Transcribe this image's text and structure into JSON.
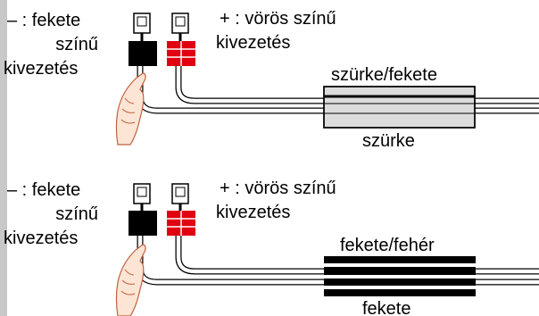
{
  "panels": [
    {
      "minus_label": "– : fekete",
      "minus_line2": "színű",
      "minus_line3": "kivezetés",
      "plus_label": "+ : vörös színű",
      "plus_line2": "kivezetés",
      "wire_top_label": "szürke/fekete",
      "wire_bottom_label": "szürke"
    },
    {
      "minus_label": "– : fekete",
      "minus_line2": "színű",
      "minus_line3": "kivezetés",
      "plus_label": "+ : vörös színű",
      "plus_line2": "kivezetés",
      "wire_top_label": "fekete/fehér",
      "wire_bottom_label": "fekete"
    }
  ],
  "colors": {
    "sidebar": "#c8c8c8",
    "minus_terminal": "#000000",
    "plus_terminal": "#e0000f",
    "grey_cable": "#dcdcdc",
    "black_cable": "#000000"
  }
}
